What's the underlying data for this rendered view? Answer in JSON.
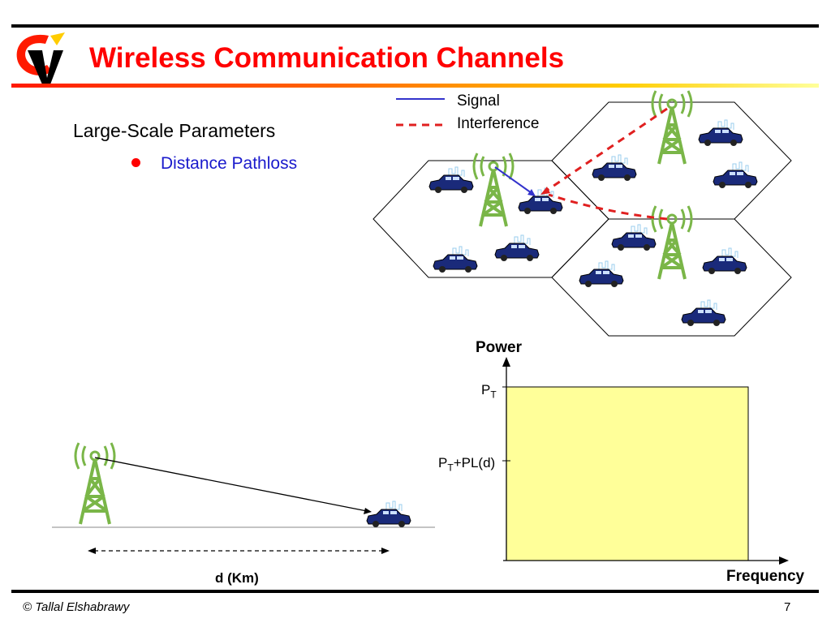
{
  "slide": {
    "title": "Wireless Communication Channels",
    "heading": "Large-Scale Parameters",
    "bullet": "Distance Pathloss",
    "footer": "© Tallal Elshabrawy",
    "page_number": "7"
  },
  "legend": {
    "signal": "Signal",
    "interference": "Interference"
  },
  "graph": {
    "y_label": "Power",
    "x_label": "Frequency",
    "tick_pt": "P",
    "tick_pt_sub": "T",
    "tick_ptpl_pre": "P",
    "tick_ptpl_sub": "T",
    "tick_ptpl_post": "+PL(d)"
  },
  "distance_label": "d (Km)",
  "colors": {
    "title": "#ff0000",
    "accent_blue": "#1a1acc",
    "tower_green": "#7ab648",
    "signal": "#3333cc",
    "interference": "#e02020",
    "power_fill": "#ffff99"
  },
  "icons": [
    "logo-icon",
    "tower-icon",
    "car-icon",
    "city-skyline-icon"
  ]
}
